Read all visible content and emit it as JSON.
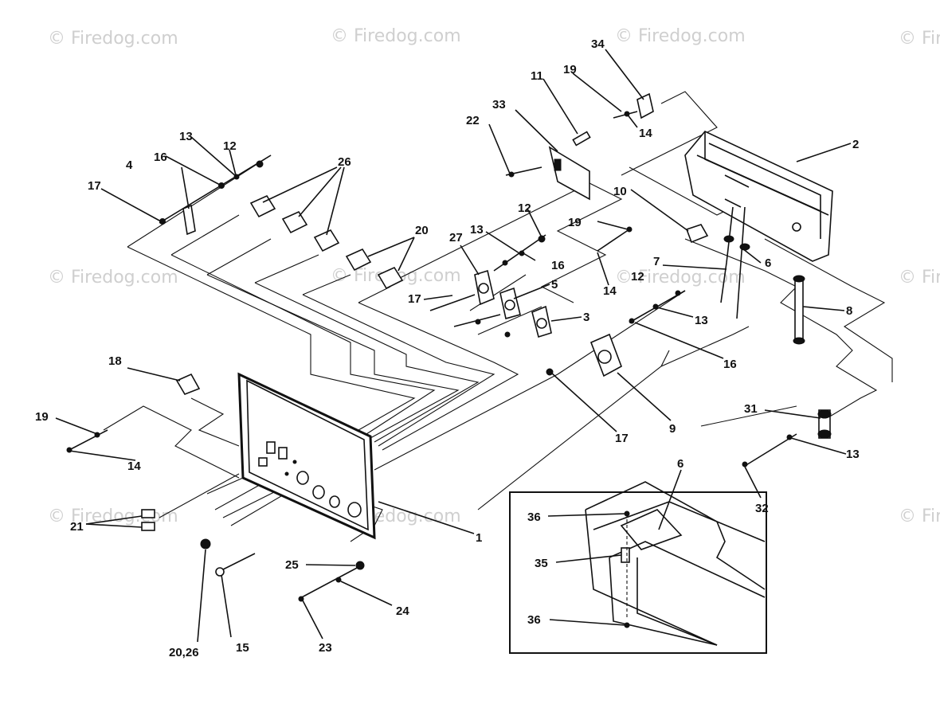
{
  "watermark": "© Firedog.com",
  "callouts": {
    "c1": "1",
    "c2": "2",
    "c3": "3",
    "c4": "4",
    "c5": "5",
    "c6": "6",
    "c6b": "6",
    "c7": "7",
    "c8": "8",
    "c9": "9",
    "c10": "10",
    "c11": "11",
    "c12a": "12",
    "c12b": "12",
    "c12c": "12",
    "c13a": "13",
    "c13b": "13",
    "c13c": "13",
    "c13d": "13",
    "c14a": "14",
    "c14b": "14",
    "c14c": "14",
    "c15": "15",
    "c16a": "16",
    "c16b": "16",
    "c16c": "16",
    "c17a": "17",
    "c17b": "17",
    "c17c": "17",
    "c18": "18",
    "c19a": "19",
    "c19b": "19",
    "c19c": "19",
    "c20": "20",
    "c2026": "20,26",
    "c21": "21",
    "c22": "22",
    "c23": "23",
    "c24": "24",
    "c25": "25",
    "c26": "26",
    "c27": "27",
    "c31": "31",
    "c32": "32",
    "c33": "33",
    "c34": "34",
    "c35": "35",
    "c36a": "36",
    "c36b": "36"
  }
}
